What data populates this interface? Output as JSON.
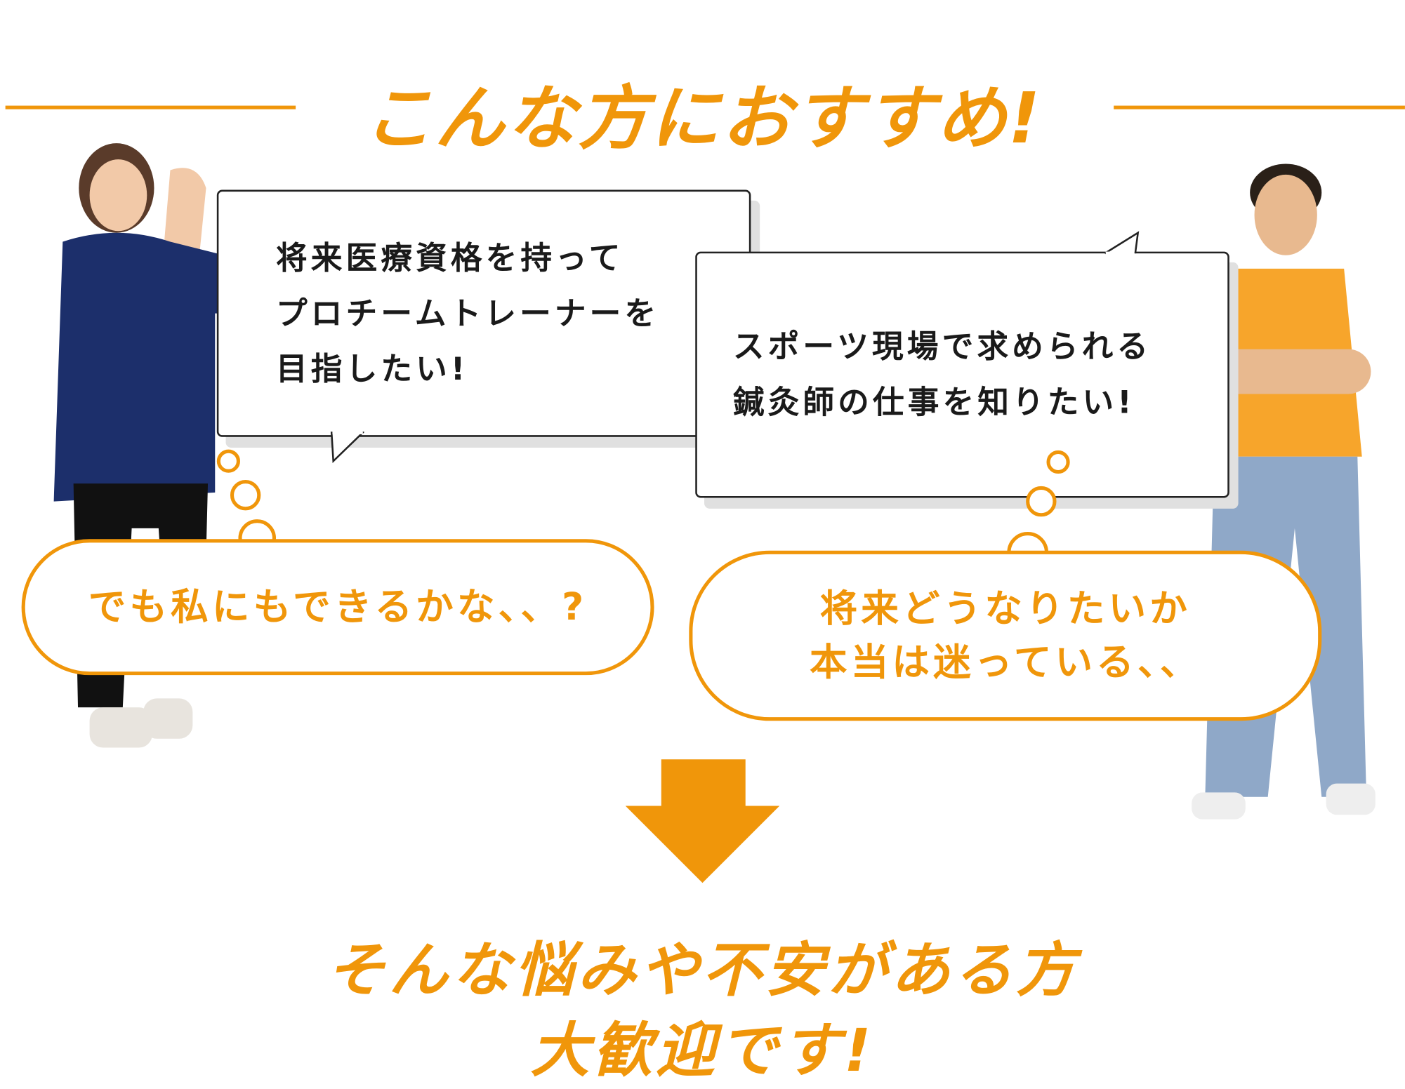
{
  "heading": "こんな方におすすめ!",
  "bubbles": {
    "left": [
      "将来医療資格を持って",
      "プロチームトレーナーを",
      "目指したい!"
    ],
    "right": [
      "スポーツ現場で求められる",
      "鍼灸師の仕事を知りたい!"
    ]
  },
  "thoughts": {
    "left": [
      "でも私にもできるかな、、?"
    ],
    "right": [
      "将来どうなりたいか",
      "本当は迷っている、、"
    ]
  },
  "conclusion": [
    "そんな悩みや不安がある方",
    "大歓迎です!"
  ],
  "colors": {
    "accent": "#F0960A",
    "navy": "#1c2f6b",
    "jersey": "#F7A52B",
    "denim": "#8fa8c8"
  }
}
